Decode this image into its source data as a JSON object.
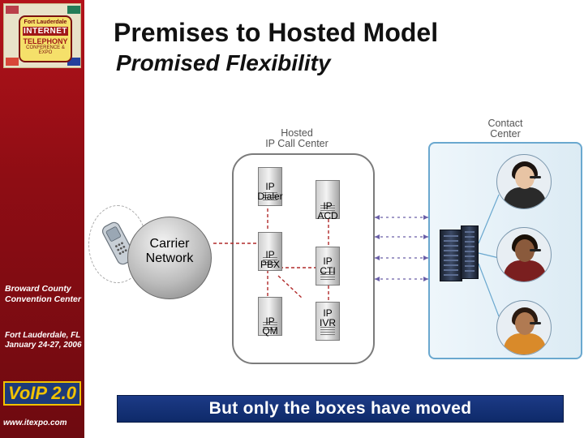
{
  "slide": {
    "title": "Premises to Hosted Model",
    "subtitle": "Promised Flexibility"
  },
  "sidebar": {
    "logo": {
      "line1": "Fort Lauderdale",
      "line2": "INTERNET",
      "line3": "TELEPHONY",
      "line4": "CONFERENCE & EXPO"
    },
    "venue": "Broward County Convention Center",
    "dates": "Fort Lauderdale, FL January 24-27, 2006",
    "brand": "VoIP 2.0",
    "url": "www.itexpo.com"
  },
  "diagram": {
    "hosted_label": "Hosted\nIP Call Center",
    "contact_label": "Contact\nCenter",
    "carrier_label": "Carrier\nNetwork",
    "servers": {
      "dialer": "IP\nDialer",
      "acd": "IP\nACD",
      "pbx": "IP\nPBX",
      "cti": "IP\nCTI",
      "qm": "IP\nQM",
      "ivr": "IP\nIVR"
    },
    "banner": "But only the boxes have moved"
  },
  "colors": {
    "sidebar_red": "#a01018",
    "banner_blue": "#12307a",
    "contact_border": "#6aa8cf",
    "link_red": "#b12a2a"
  }
}
